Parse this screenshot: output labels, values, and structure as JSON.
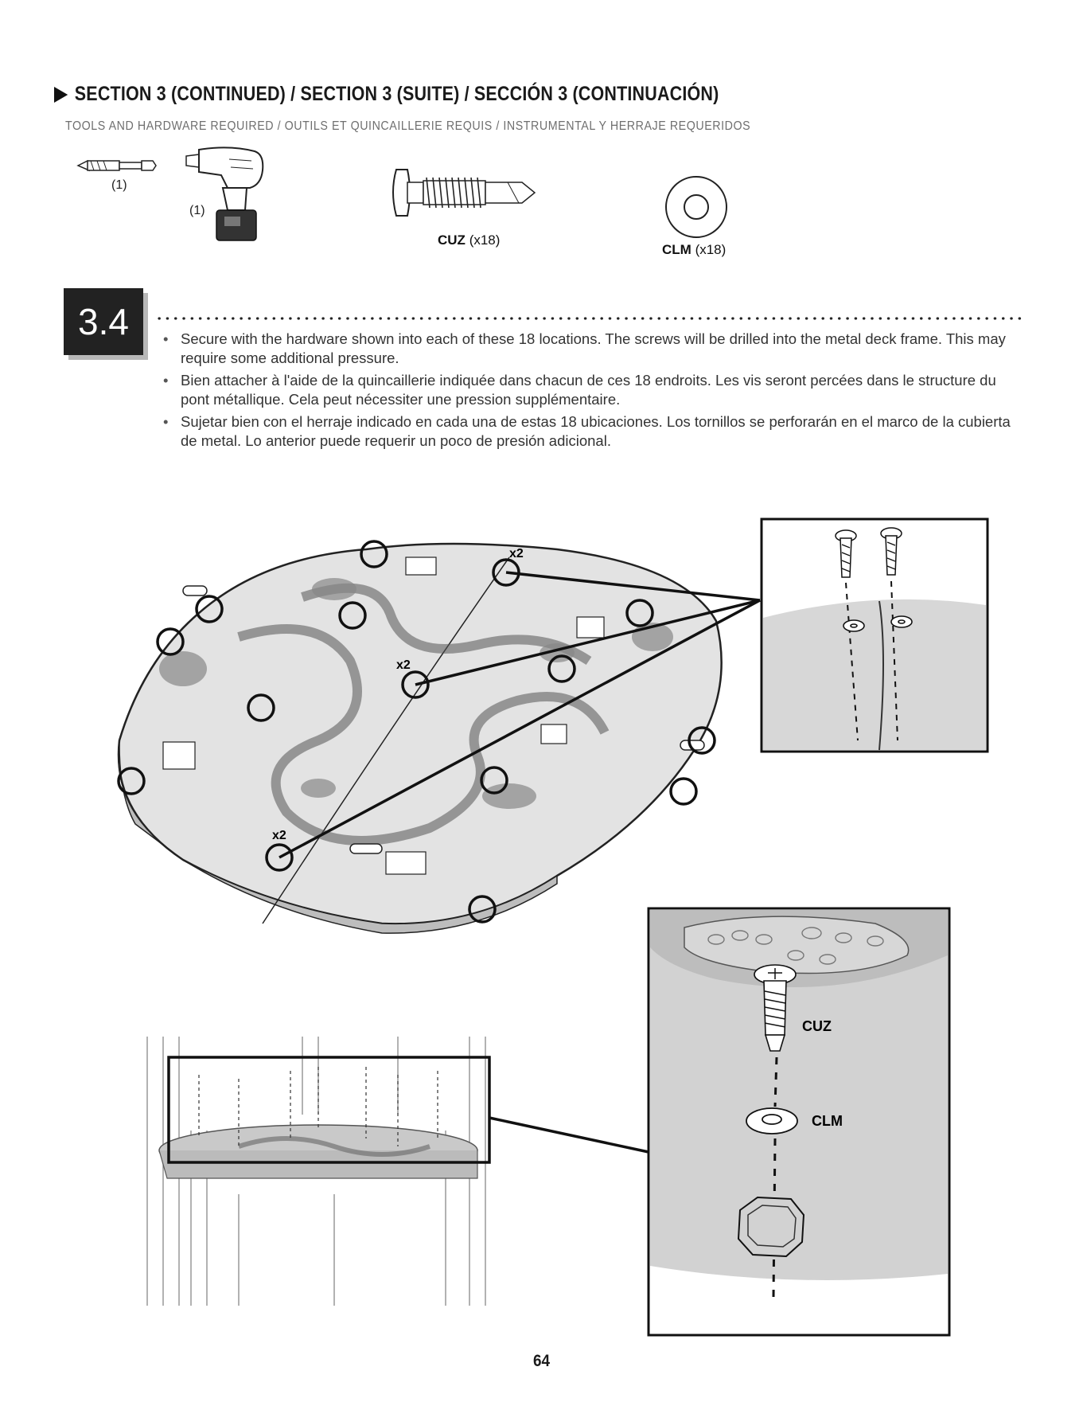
{
  "header": {
    "section_title": "SECTION 3 (CONTINUED) / SECTION 3 (SUITE) / SECCIÓN 3 (CONTINUACIÓN)",
    "tools_subtitle": "TOOLS AND HARDWARE REQUIRED / OUTILS ET QUINCAILLERIE REQUIS / INSTRUMENTAL Y HERRAJE REQUERIDOS"
  },
  "tools": [
    {
      "icon": "drill-bit-icon",
      "qty": "(1)"
    },
    {
      "icon": "power-drill-icon",
      "qty": "(1)"
    }
  ],
  "hardware": [
    {
      "icon": "screw-icon",
      "code": "CUZ",
      "qty": "(x18)"
    },
    {
      "icon": "washer-icon",
      "code": "CLM",
      "qty": "(x18)"
    }
  ],
  "step": {
    "number": "3.4",
    "instructions": [
      "Secure with the hardware shown into each of these 18 locations. The screws will be drilled into the metal deck frame. This may require some additional pressure.",
      "Bien attacher à l'aide de la quincaillerie indiquée dans chacun de ces 18 endroits. Les vis seront percées dans le structure du pont métallique. Cela peut nécessiter une pression supplémentaire.",
      "Sujetar bien con el herraje indicado en cada una de estas 18 ubicaciones. Los tornillos se perforarán en el marco de la cubierta de metal. Lo anterior puede requerir un poco de presión adicional."
    ]
  },
  "diagram": {
    "multiplier_labels": [
      "x2",
      "x2",
      "x2"
    ],
    "detail_labels": {
      "screw": "CUZ",
      "washer": "CLM"
    }
  },
  "footer": {
    "page_number": "64"
  }
}
